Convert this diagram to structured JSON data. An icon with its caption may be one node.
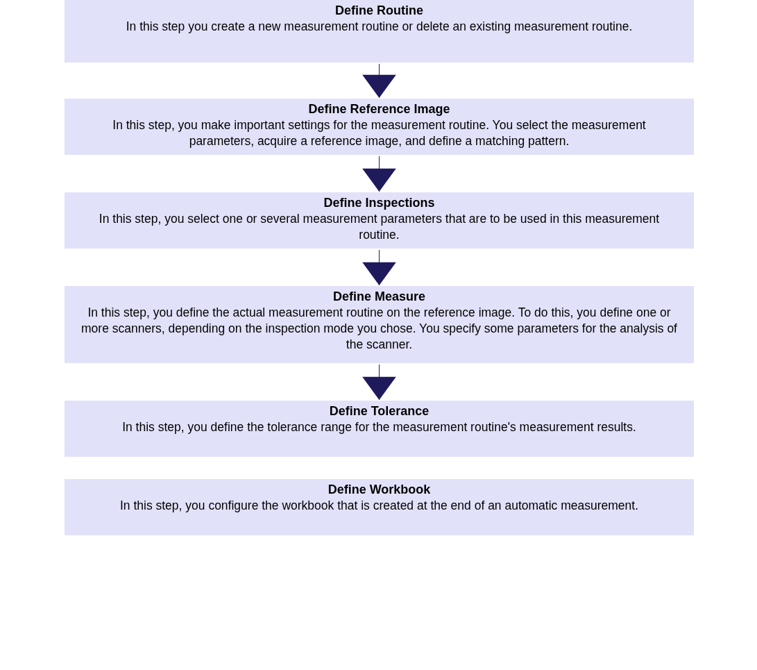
{
  "diagram": {
    "nodes": [
      {
        "text": [
          "Define Routine",
          "In this step you create a new measurement routine or delete an existing measurement routine."
        ]
      },
      {
        "text": [
          "Define Reference Image",
          "In this step, you make important settings for the measurement routine. You select the measurement parameters, acquire a reference image, and define a matching pattern."
        ]
      },
      {
        "text": [
          "Define Inspections",
          "In this step, you select one or several measurement parameters that are to be used in this measurement routine."
        ]
      },
      {
        "text": [
          "Define Measure",
          "In this step, you define the actual measurement routine on the reference image. To do this, you define one or more scanners, depending on the inspection mode you chose. You specify some parameters for the analysis of the scanner."
        ]
      },
      {
        "text": [
          "Define Tolerance",
          "In this step, you define the tolerance range for the measurement routine's measurement results."
        ]
      },
      {
        "text": [
          "Define Workbook",
          "In this step, you configure the workbook that is created at the end of an automatic measurement."
        ]
      }
    ],
    "edges": [
      {
        "from": 0,
        "to": 1,
        "arrow": "to"
      },
      {
        "from": 1,
        "to": 2,
        "arrow": "to"
      },
      {
        "from": 2,
        "to": 3,
        "arrow": "to"
      },
      {
        "from": 3,
        "to": 4,
        "arrow": "to"
      }
    ]
  }
}
